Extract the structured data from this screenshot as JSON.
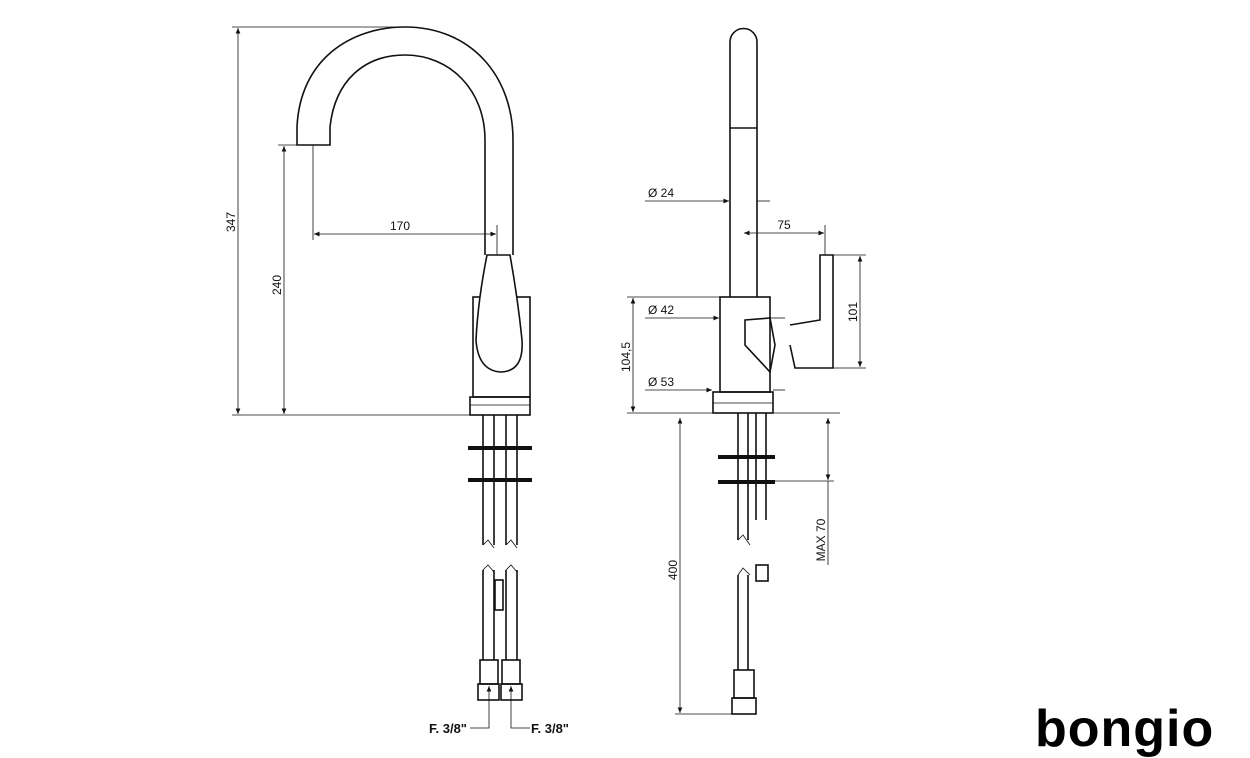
{
  "drawing": {
    "front_view": {
      "height_total": "347",
      "height_spout": "240",
      "reach": "170",
      "connection_left": "F. 3/8\"",
      "connection_right": "F. 3/8\""
    },
    "side_view": {
      "spout_diameter": "Ø 24",
      "handle_offset": "75",
      "handle_height": "101",
      "body_diameter": "Ø 42",
      "body_height": "104,5",
      "base_diameter": "Ø 53",
      "hose_length": "400",
      "max_thickness": "MAX 70"
    }
  },
  "logo": {
    "text": "bongio"
  },
  "colors": {
    "line": "#111111",
    "background": "#ffffff"
  }
}
